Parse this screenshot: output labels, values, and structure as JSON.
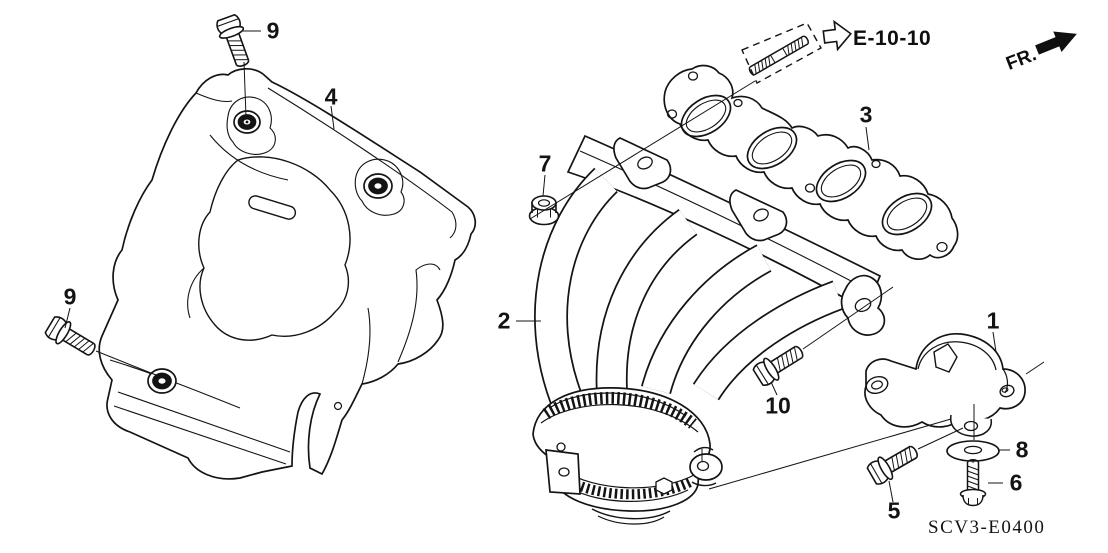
{
  "diagram": {
    "code": "SCV3-E0400",
    "reference_link": "E-10-10",
    "direction_label": "FR.",
    "background_color": "#ffffff",
    "line_color": "#141414",
    "callouts": {
      "1": {
        "label": "1"
      },
      "2": {
        "label": "2"
      },
      "3": {
        "label": "3"
      },
      "4": {
        "label": "4"
      },
      "5": {
        "label": "5"
      },
      "6": {
        "label": "6"
      },
      "7": {
        "label": "7"
      },
      "8": {
        "label": "8"
      },
      "9a": {
        "label": "9"
      },
      "9b": {
        "label": "9"
      },
      "10": {
        "label": "10"
      }
    }
  }
}
